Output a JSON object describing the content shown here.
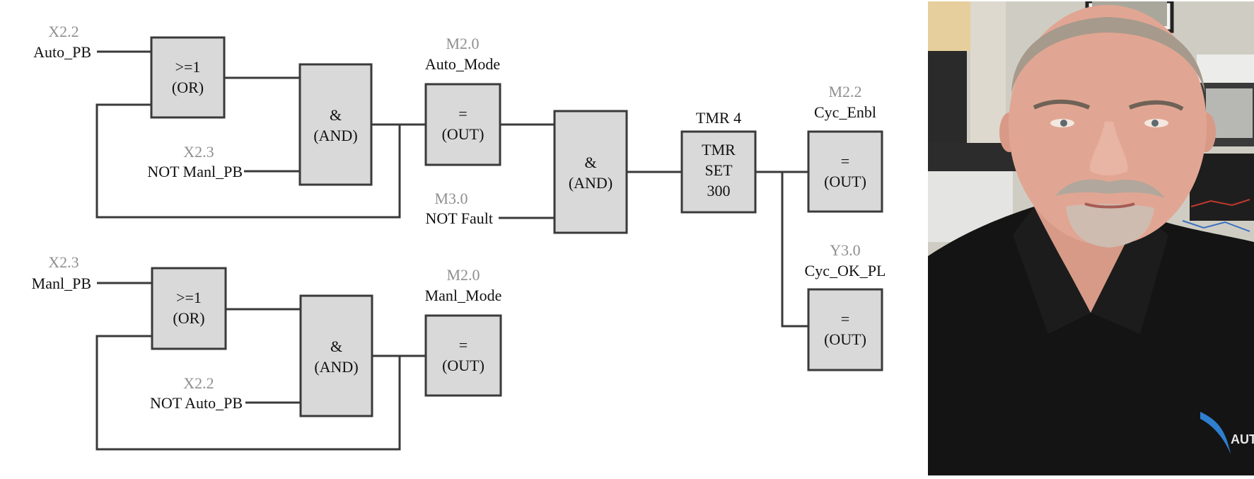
{
  "diagram": {
    "auto_rung": {
      "input_1": {
        "address": "X2.2",
        "tag": "Auto_PB"
      },
      "or_block": {
        "line1": ">=1",
        "line2": "(OR)"
      },
      "input_2": {
        "address": "X2.3",
        "tag": "NOT Manl_PB"
      },
      "and_block": {
        "line1": "&",
        "line2": "(AND)"
      },
      "output": {
        "address": "M2.0",
        "tag": "Auto_Mode",
        "line1": "=",
        "line2": "(OUT)"
      }
    },
    "cycle_rung": {
      "input_2": {
        "address": "M3.0",
        "tag": "NOT Fault"
      },
      "and_block": {
        "line1": "&",
        "line2": "(AND)"
      },
      "timer": {
        "label": "TMR 4",
        "line1": "TMR",
        "line2": "SET",
        "line3": "300"
      },
      "output_1": {
        "address": "M2.2",
        "tag": "Cyc_Enbl",
        "line1": "=",
        "line2": "(OUT)"
      },
      "output_2": {
        "address": "Y3.0",
        "tag": "Cyc_OK_PL",
        "line1": "=",
        "line2": "(OUT)"
      }
    },
    "manual_rung": {
      "input_1": {
        "address": "X2.3",
        "tag": "Manl_PB"
      },
      "or_block": {
        "line1": ">=1",
        "line2": "(OR)"
      },
      "input_2": {
        "address": "X2.2",
        "tag": "NOT Auto_PB"
      },
      "and_block": {
        "line1": "&",
        "line2": "(AND)"
      },
      "output": {
        "address": "M2.0",
        "tag": "Manl_Mode",
        "line1": "=",
        "line2": "(OUT)"
      }
    }
  },
  "photo": {
    "subject": "portrait of a man in a black polo shirt",
    "shirt_logo_text": "AUTO"
  }
}
